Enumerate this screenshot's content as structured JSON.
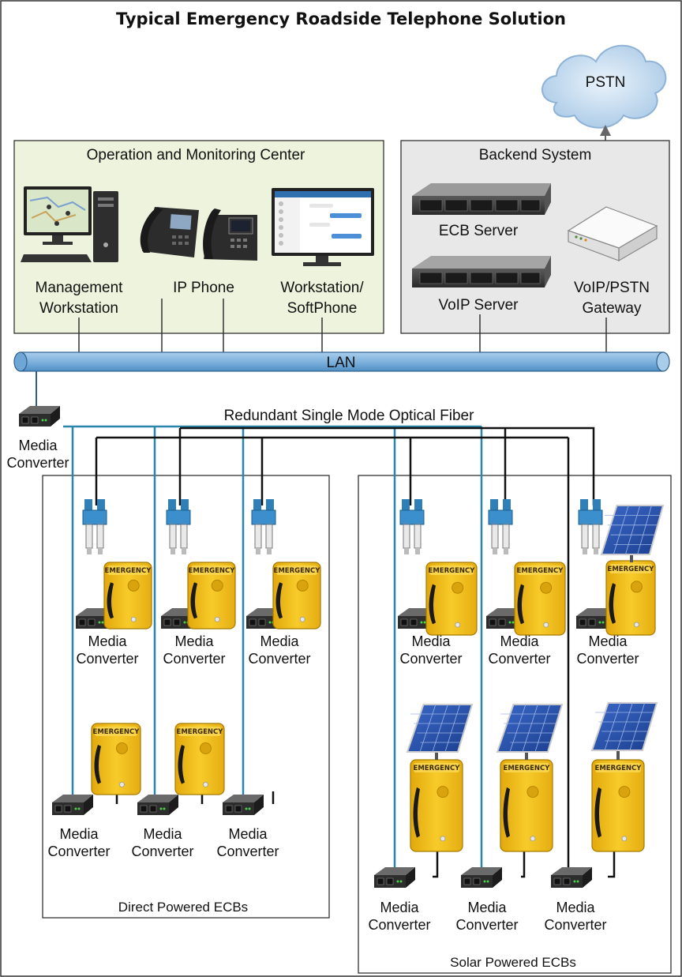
{
  "title": "Typical Emergency Roadside Telephone Solution",
  "cloud": "PSTN",
  "omc": {
    "title": "Operation and Monitoring Center",
    "mgmt": [
      "Management",
      "Workstation"
    ],
    "ipphone": "IP Phone",
    "softphone": [
      "Workstation/",
      "SoftPhone"
    ]
  },
  "backend": {
    "title": "Backend System",
    "ecb_server": "ECB Server",
    "voip_server": "VoIP Server",
    "gateway": [
      "VoIP/PSTN",
      "Gateway"
    ]
  },
  "lan": "LAN",
  "fiber": "Redundant Single Mode Optical Fiber",
  "media_converter": [
    "Media",
    "Converter"
  ],
  "emergency": "EMERGENCY",
  "direct_group": "Direct Powered ECBs",
  "solar_group": "Solar Powered ECBs",
  "colors": {
    "omc_bg": "#edf3dc",
    "backend_bg": "#e8e8e8",
    "lan_fill": "#7fb2dd",
    "blue_fiber": "#2b86ad",
    "black_fiber": "#111111",
    "ecb_yellow": "#f2c01c",
    "cloud": "#cfe3f5"
  }
}
